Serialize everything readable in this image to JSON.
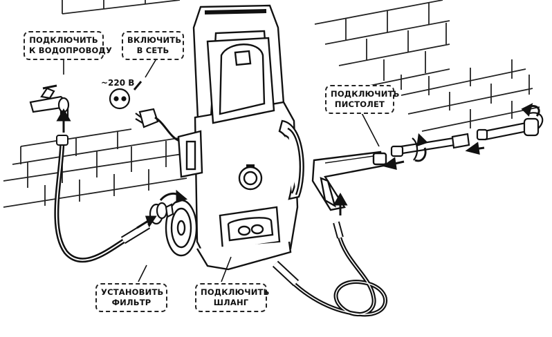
{
  "labels": {
    "water": [
      "ПОДКЛЮЧИТЬ",
      "К ВОДОПРОВОДУ"
    ],
    "power": [
      "ВКЛЮЧИТЬ",
      "В СЕТЬ"
    ],
    "voltage": "~220 В",
    "gun": [
      "ПОДКЛЮЧИТЬ",
      "ПИСТОЛЕТ"
    ],
    "filter": [
      "УСТАНОВИТЬ",
      "ФИЛЬТР"
    ],
    "hose": [
      "ПОДКЛЮЧИТЬ",
      "ШЛАНГ"
    ]
  },
  "icons": [
    "brick-wall-icon",
    "water-tap-icon",
    "wall-socket-icon",
    "power-plug-icon",
    "filter-icon",
    "spray-gun-icon",
    "lance-icon",
    "nozzle-icon",
    "arrow-icon"
  ]
}
